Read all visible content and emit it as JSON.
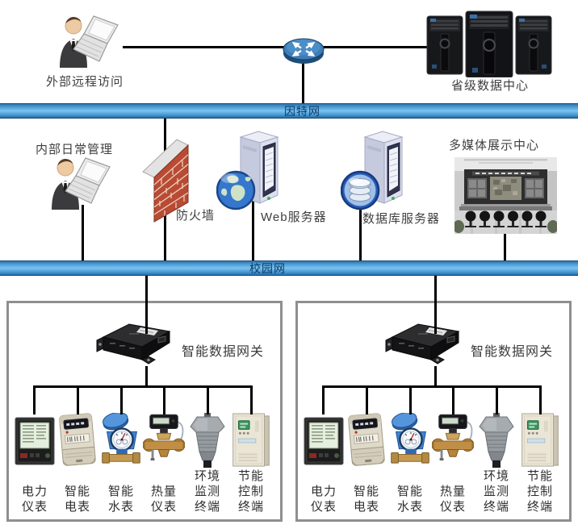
{
  "top": {
    "external_access": "外部远程访问",
    "provincial_data_center": "省级数据中心",
    "internet": "因特网"
  },
  "middle": {
    "internal_management": "内部日常管理",
    "firewall": "防火墙",
    "web_server": "Web服务器",
    "database_server": "数据库服务器",
    "multimedia_center": "多媒体展示中心",
    "campus_network": "校园网"
  },
  "zones": {
    "gateway_label": "智能数据网关",
    "devices": [
      {
        "icon": "power-meter-icon",
        "label": [
          "电力",
          "仪表"
        ]
      },
      {
        "icon": "electric-meter-icon",
        "label": [
          "智能",
          "电表"
        ]
      },
      {
        "icon": "water-meter-icon",
        "label": [
          "智能",
          "水表"
        ]
      },
      {
        "icon": "heat-meter-icon",
        "label": [
          "热量",
          "仪表"
        ]
      },
      {
        "icon": "env-monitor-icon",
        "label": [
          "环境",
          "监测",
          "终端"
        ]
      },
      {
        "icon": "energy-control-icon",
        "label": [
          "节能",
          "控制",
          "终端"
        ]
      }
    ]
  },
  "colors": {
    "bus_blue_light": "#7cc3ef",
    "bus_blue_dark": "#2a6ca6",
    "bus_text": "#0e3c66",
    "connector": "#000000",
    "zone_border": "#8f8f8f"
  }
}
